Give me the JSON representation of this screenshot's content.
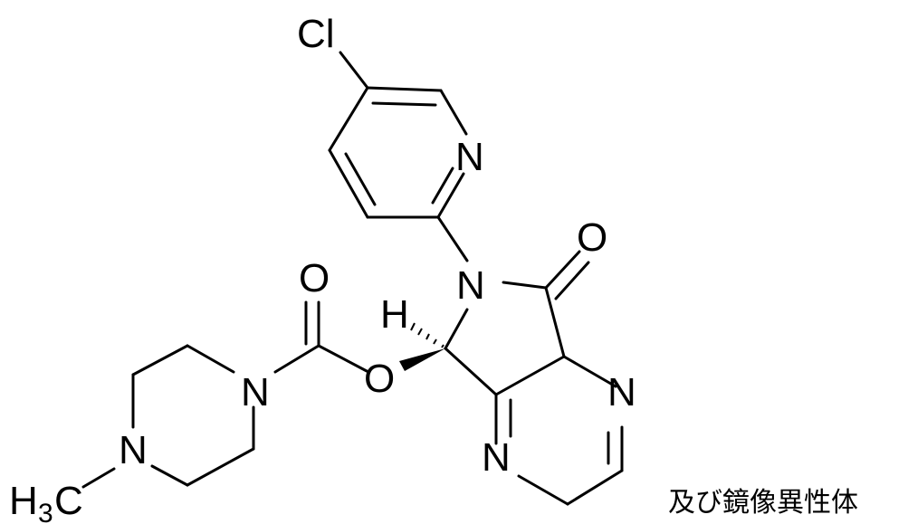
{
  "molecule": {
    "atoms": {
      "chlorine": "Cl",
      "pyridine_n": "N",
      "lactam_n": "N",
      "carbonyl_o": "O",
      "stereo_h": "H",
      "carbamate_o": "O",
      "ester_o": "O",
      "piperazine_n_upper": "N",
      "piperazine_n_lower": "N",
      "pyrazine_n_right": "N",
      "pyrazine_n_bottom": "N",
      "methyl_h": "H",
      "methyl_sub": "3",
      "methyl_c": "C"
    },
    "caption": "及び鏡像異性体"
  }
}
